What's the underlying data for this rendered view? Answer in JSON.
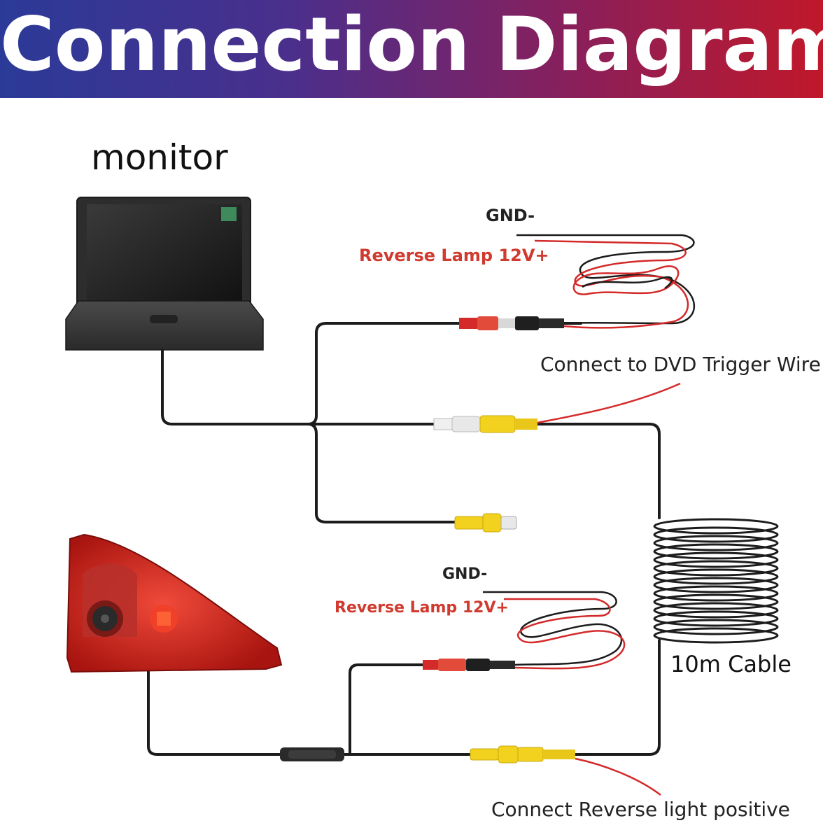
{
  "header": {
    "title": "Connection Diagram"
  },
  "monitor": {
    "label": "monitor"
  },
  "monitor_power": {
    "gnd": "GND-",
    "reverse": "Reverse Lamp 12V+"
  },
  "trigger": {
    "label": "Connect to DVD Trigger Wire"
  },
  "camera_power": {
    "gnd": "GND-",
    "reverse": "Reverse Lamp 12V+"
  },
  "cable": {
    "label": "10m Cable"
  },
  "reverse_light": {
    "label": "Connect Reverse light positive"
  },
  "colors": {
    "header_start": "#2b3a98",
    "header_end": "#c0182a",
    "wire_red": "#d42a2a",
    "rca_yellow": "#f2d21e",
    "camera_red": "#c9211c"
  }
}
